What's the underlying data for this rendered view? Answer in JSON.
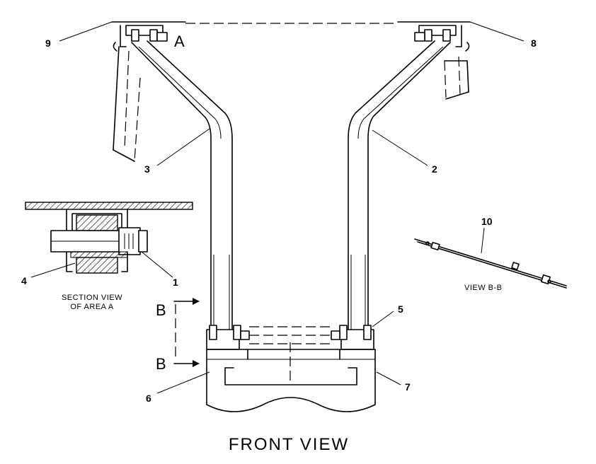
{
  "callouts": {
    "c1": "1",
    "c2": "2",
    "c3": "3",
    "c4": "4",
    "c5": "5",
    "c6": "6",
    "c7": "7",
    "c8": "8",
    "c9": "9",
    "c10": "10"
  },
  "labels": {
    "area_a": "A",
    "section_b_top": "B",
    "section_b_bottom": "B",
    "section_view_line1": "SECTION VIEW",
    "section_view_line2": "OF AREA A",
    "view_bb": "VIEW B-B",
    "front_view": "FRONT VIEW"
  }
}
